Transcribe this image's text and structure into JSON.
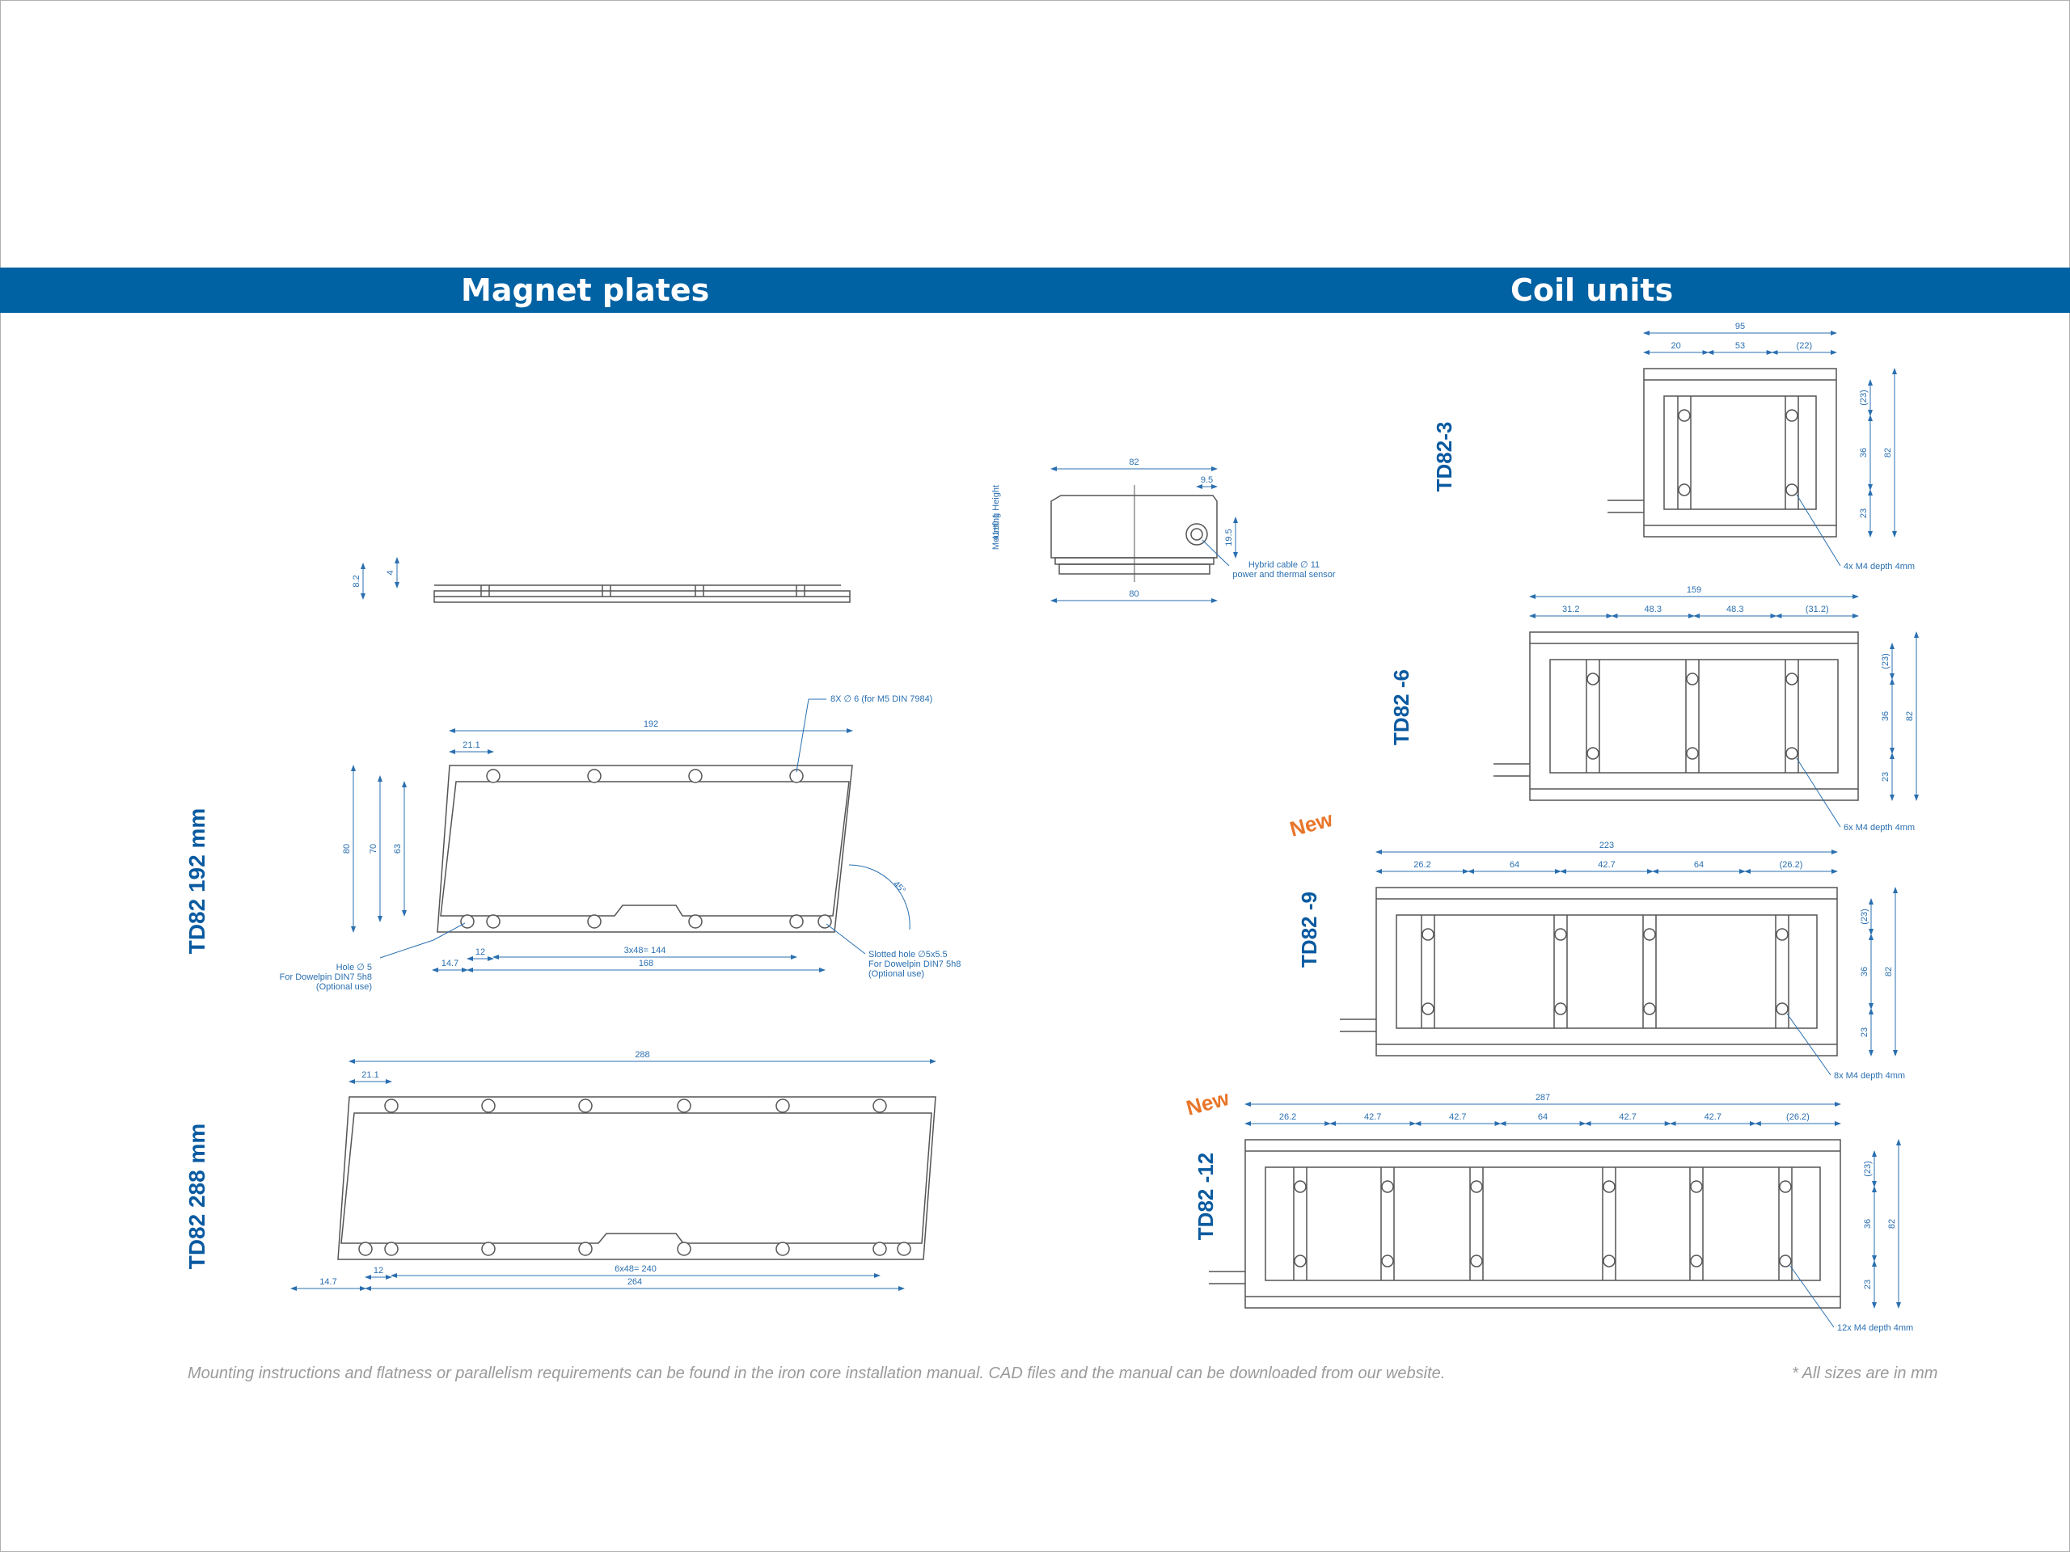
{
  "header": {
    "left_title": "Magnet plates",
    "right_title": "Coil units"
  },
  "colors": {
    "brand_blue": "#0061a3",
    "dim_blue": "#2a6fb0",
    "line_gray": "#555555",
    "new_orange": "#e8752a",
    "footnote_gray": "#9a9a9a"
  },
  "magnet_plates": {
    "side_view": {
      "dim_8_2": "8.2",
      "dim_4": "4"
    },
    "td82_192": {
      "label": "TD82 192 mm",
      "dim_192": "192",
      "dim_21_1": "21.1",
      "dim_80": "80",
      "dim_70": "70",
      "dim_63": "63",
      "dim_12": "12",
      "dim_14_7": "14.7",
      "dim_3x48": "3x48= 144",
      "dim_168": "168",
      "angle": "45°",
      "screw_note": "8X  ∅ 6 (for M5 DIN 7984)",
      "hole_note": [
        "Hole  ∅ 5",
        "For Dowelpin DIN7 5h8",
        "(Optional use)"
      ],
      "slot_note": [
        "Slotted hole  ∅5x5.5",
        "For Dowelpin DIN7 5h8",
        "(Optional use)"
      ]
    },
    "td82_288": {
      "label": "TD82 288 mm",
      "dim_288": "288",
      "dim_21_1": "21.1",
      "dim_12": "12",
      "dim_14_7": "14.7",
      "dim_6x48": "6x48= 240",
      "dim_264": "264"
    }
  },
  "coil_side_view": {
    "dim_82": "82",
    "dim_9_5": "9.5",
    "dim_19_5": "19.5",
    "dim_80": "80",
    "mounting_height": [
      "Mounting Height",
      "41±0.1"
    ],
    "cable_note": [
      "Hybrid cable ∅ 11",
      "power and thermal sensor"
    ]
  },
  "coil_units": [
    {
      "label": "TD82-3",
      "is_new": false,
      "overall": "95",
      "segments": [
        "20",
        "53",
        "22"
      ],
      "vertical": [
        "23",
        "36",
        "23"
      ],
      "height": "82",
      "note": "4x M4 depth 4mm"
    },
    {
      "label": "TD82 -6",
      "is_new": false,
      "overall": "159",
      "segments": [
        "31.2",
        "48.3",
        "48.3",
        "31.2"
      ],
      "vertical": [
        "23",
        "36",
        "23"
      ],
      "height": "82",
      "note": "6x M4 depth 4mm"
    },
    {
      "label": "TD82 -9",
      "is_new": true,
      "overall": "223",
      "segments": [
        "26.2",
        "64",
        "42.7",
        "64",
        "26.2"
      ],
      "vertical": [
        "23",
        "36",
        "23"
      ],
      "height": "82",
      "note": "8x M4 depth 4mm"
    },
    {
      "label": "TD82 -12",
      "is_new": true,
      "overall": "287",
      "segments": [
        "26.2",
        "42.7",
        "42.7",
        "64",
        "42.7",
        "42.7",
        "26.2"
      ],
      "vertical": [
        "23",
        "36",
        "23"
      ],
      "height": "82",
      "note": "12x M4 depth 4mm"
    }
  ],
  "new_badge": "New",
  "footer": {
    "note": "Mounting instructions and flatness or parallelism requirements can be found in the iron core installation manual. CAD files and the manual can be downloaded from our website.",
    "units": "* All sizes are in mm"
  }
}
